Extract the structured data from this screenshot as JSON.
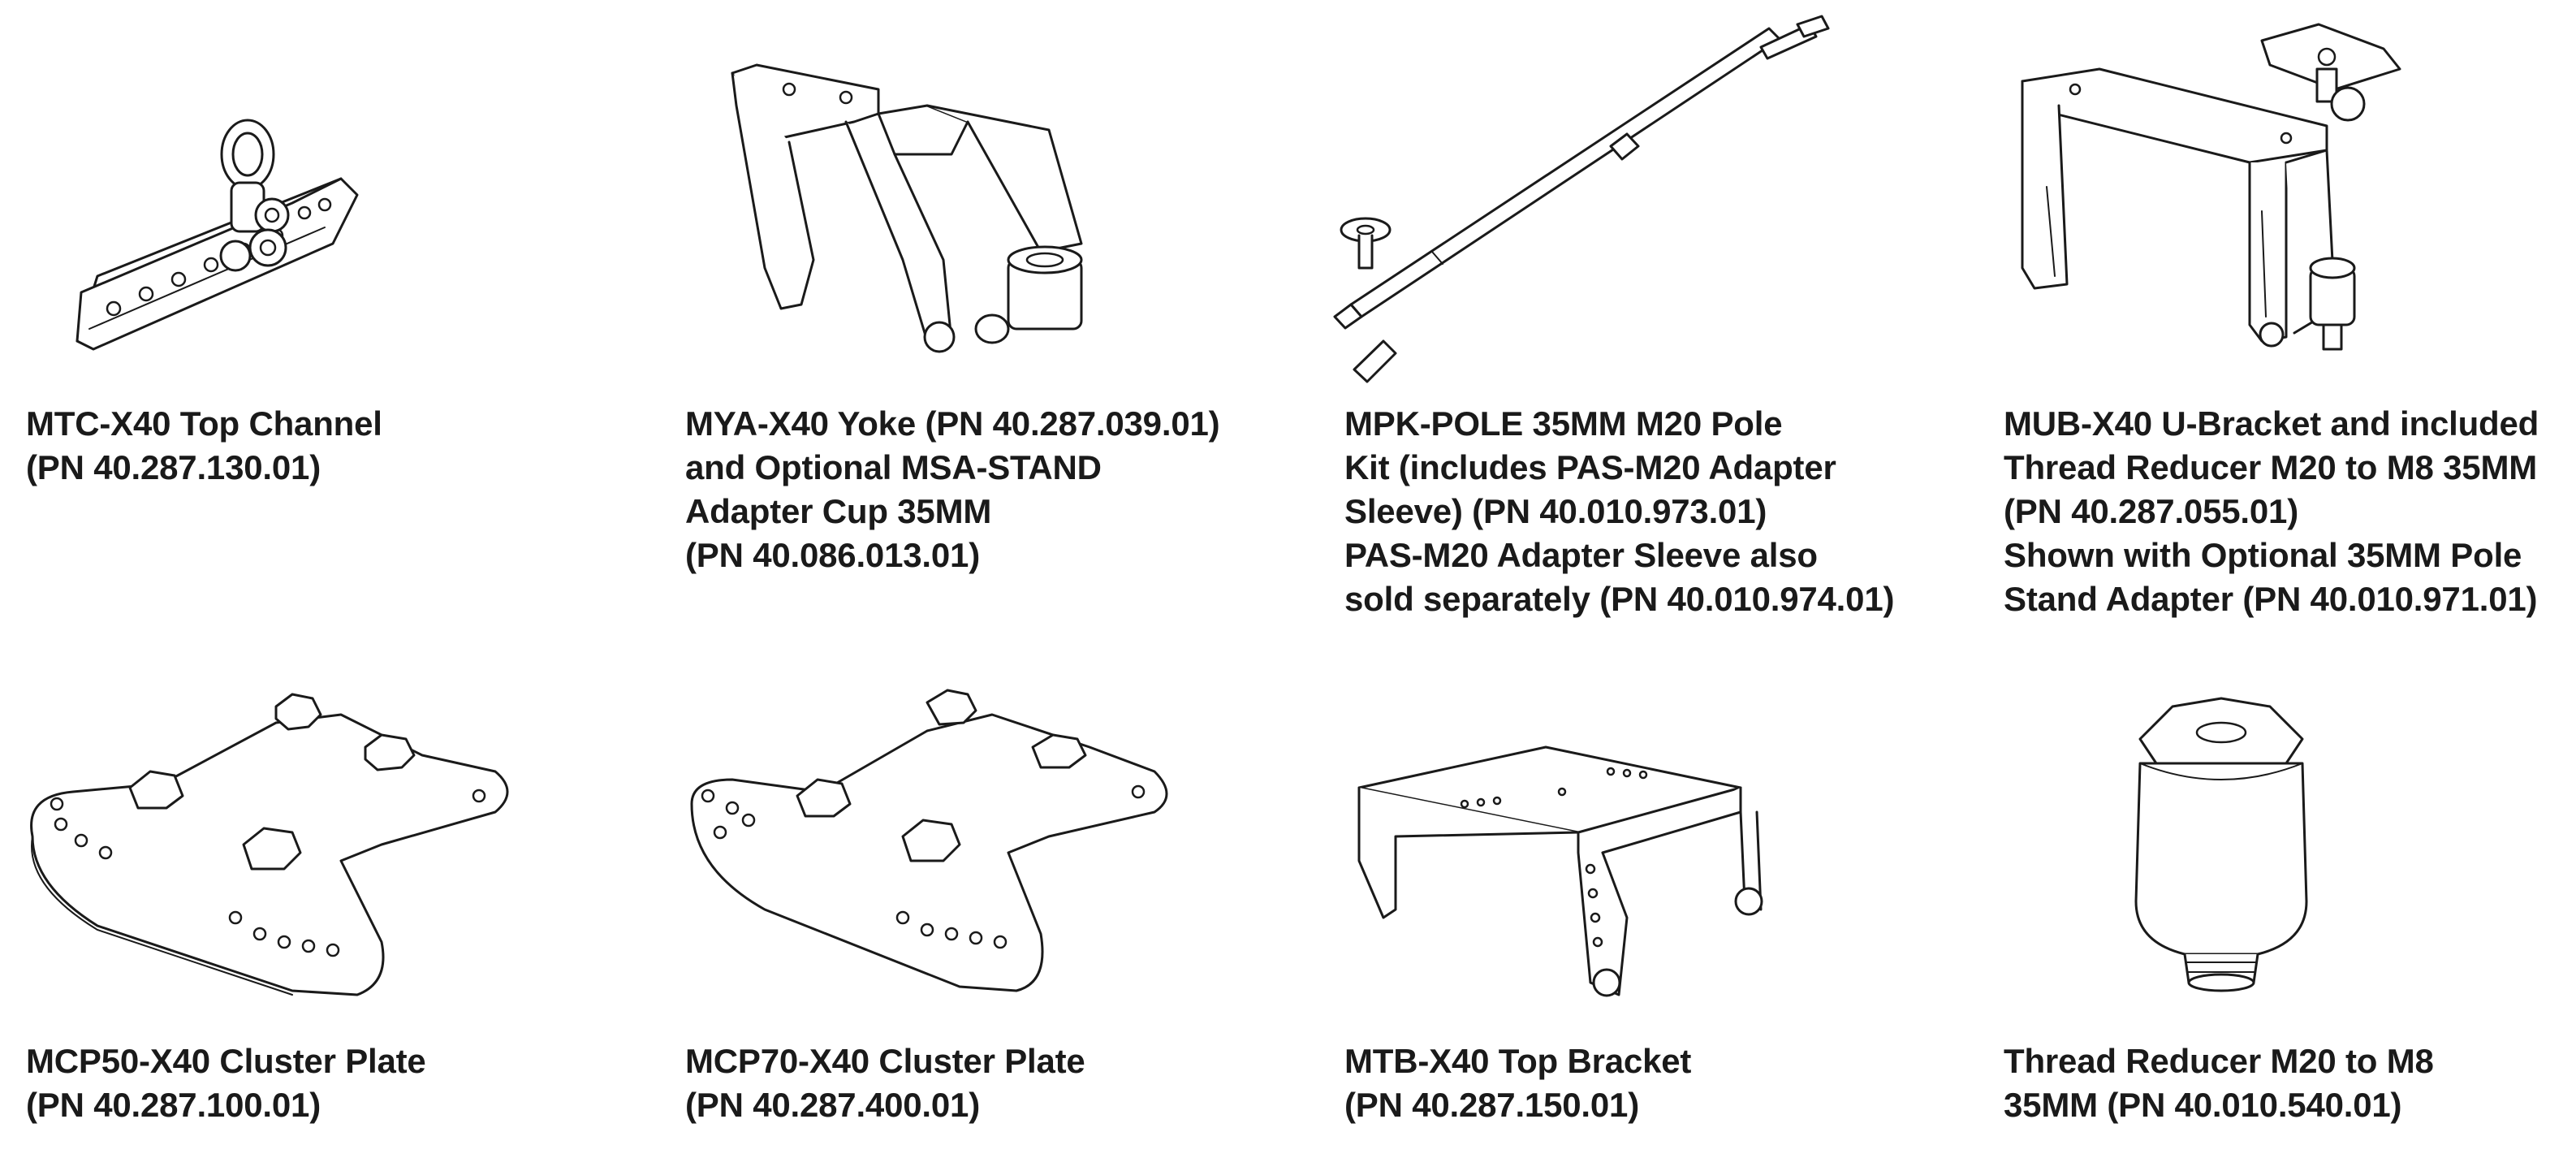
{
  "items": [
    {
      "name": "mtc-x40",
      "icon": "top-channel-illustration",
      "lines": [
        "MTC-X40 Top Channel",
        "(PN 40.287.130.01)"
      ]
    },
    {
      "name": "mya-x40",
      "icon": "yoke-illustration",
      "lines": [
        "MYA-X40 Yoke (PN 40.287.039.01)",
        "and Optional MSA-STAND",
        "Adapter Cup 35MM",
        "(PN 40.086.013.01)"
      ]
    },
    {
      "name": "mpk-pole",
      "icon": "pole-kit-illustration",
      "lines": [
        "MPK-POLE 35MM M20 Pole",
        "Kit (includes PAS-M20 Adapter",
        "Sleeve) (PN 40.010.973.01)",
        "PAS-M20 Adapter Sleeve also",
        "sold separately (PN 40.010.974.01)"
      ]
    },
    {
      "name": "mub-x40",
      "icon": "u-bracket-illustration",
      "lines": [
        "MUB-X40 U-Bracket and included",
        "Thread Reducer M20 to M8 35MM",
        "(PN 40.287.055.01)",
        "Shown with Optional 35MM Pole",
        "Stand Adapter (PN 40.010.971.01)"
      ]
    },
    {
      "name": "mcp50-x40",
      "icon": "cluster-plate-50-illustration",
      "lines": [
        "MCP50-X40 Cluster Plate",
        "(PN 40.287.100.01)"
      ]
    },
    {
      "name": "mcp70-x40",
      "icon": "cluster-plate-70-illustration",
      "lines": [
        "MCP70-X40 Cluster Plate",
        "(PN 40.287.400.01)"
      ]
    },
    {
      "name": "mtb-x40",
      "icon": "top-bracket-illustration",
      "lines": [
        "MTB-X40 Top Bracket",
        "(PN 40.287.150.01)"
      ]
    },
    {
      "name": "thread-reducer",
      "icon": "thread-reducer-illustration",
      "lines": [
        "Thread Reducer M20 to M8",
        "35MM (PN 40.010.540.01)"
      ]
    }
  ]
}
